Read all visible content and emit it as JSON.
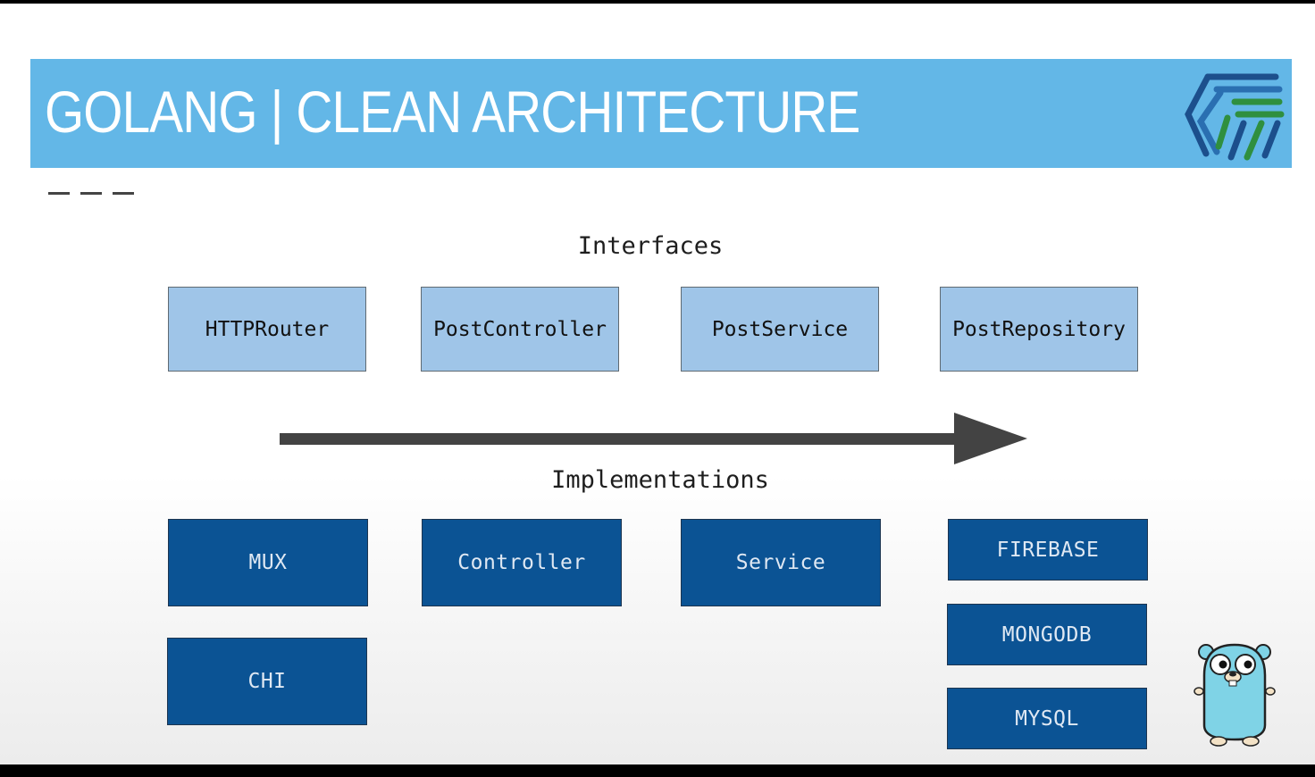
{
  "header": {
    "title": "GOLANG | CLEAN ARCHITECTURE",
    "bar_color": "#63b7e7",
    "logo_icon": "striped-shield-logo-icon"
  },
  "diagram": {
    "interfaces_label": "Interfaces",
    "implementations_label": "Implementations",
    "interfaces": [
      "HTTPRouter",
      "PostController",
      "PostService",
      "PostRepository"
    ],
    "implementations": {
      "router": [
        "MUX",
        "CHI"
      ],
      "controller": [
        "Controller"
      ],
      "service": [
        "Service"
      ],
      "repository": [
        "FIREBASE",
        "MONGODB",
        "MYSQL"
      ]
    },
    "arrow_direction": "left-to-right",
    "colors": {
      "interface_fill": "#9fc5e8",
      "implementation_fill": "#0b5394",
      "arrow": "#434343"
    }
  },
  "mascot": {
    "icon": "go-gopher-icon"
  }
}
